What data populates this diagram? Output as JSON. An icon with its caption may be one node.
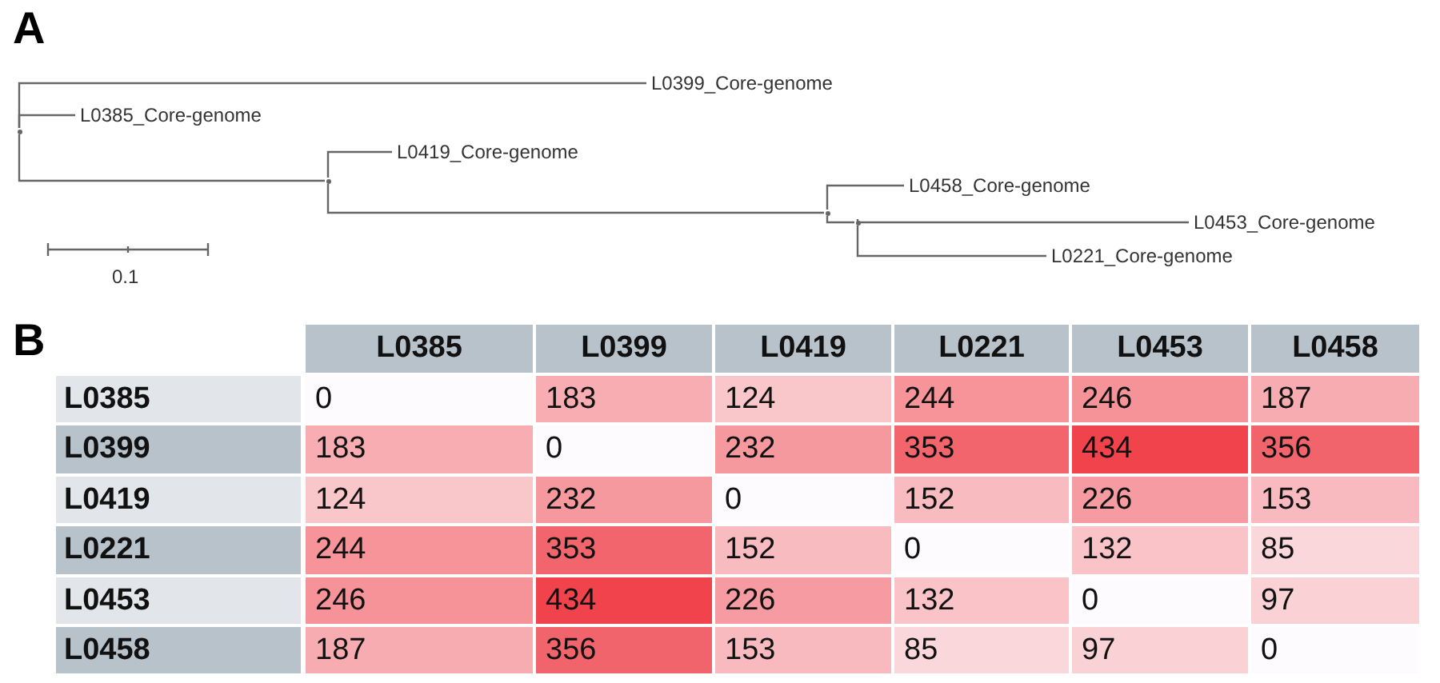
{
  "diagram": {
    "nodes": [
      {
        "text": [],
        "shape": "point"
      },
      {
        "text": [
          "L0399_Core-genome"
        ]
      },
      {
        "text": [
          "L0385_Core-genome"
        ]
      },
      {
        "text": [],
        "shape": "point"
      },
      {
        "text": [
          "L0419_Core-genome"
        ]
      },
      {
        "text": [],
        "shape": "point"
      },
      {
        "text": [
          "L0458_Core-genome"
        ]
      },
      {
        "text": [],
        "shape": "point"
      },
      {
        "text": [
          "L0453_Core-genome"
        ]
      },
      {
        "text": [
          "L0221_Core-genome"
        ]
      }
    ],
    "edges": [
      {
        "from": 0,
        "to": 1,
        "arrow": "none"
      },
      {
        "from": 0,
        "to": 2,
        "arrow": "none"
      },
      {
        "from": 0,
        "to": 3,
        "arrow": "none"
      },
      {
        "from": 3,
        "to": 4,
        "arrow": "none"
      },
      {
        "from": 3,
        "to": 5,
        "arrow": "none"
      },
      {
        "from": 5,
        "to": 6,
        "arrow": "none"
      },
      {
        "from": 5,
        "to": 7,
        "arrow": "none"
      },
      {
        "from": 7,
        "to": 8,
        "arrow": "none"
      },
      {
        "from": 7,
        "to": 9,
        "arrow": "none"
      }
    ],
    "labels": [
      "A",
      "0.1",
      "B",
      "L0385",
      "L0399",
      "L0419",
      "L0221",
      "L0453",
      "L0458",
      "L0385",
      "0",
      "183",
      "124",
      "244",
      "246",
      "187",
      "L0399",
      "183",
      "0",
      "232",
      "353",
      "434",
      "356",
      "L0419",
      "124",
      "232",
      "0",
      "152",
      "226",
      "153",
      "L0221",
      "244",
      "353",
      "152",
      "0",
      "132",
      "85",
      "L0453",
      "246",
      "434",
      "226",
      "132",
      "0",
      "97",
      "L0458",
      "187",
      "356",
      "153",
      "85",
      "97",
      "0"
    ]
  }
}
